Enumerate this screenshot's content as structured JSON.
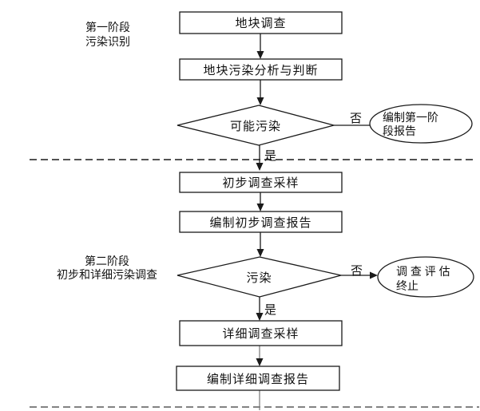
{
  "diagram": {
    "phase1": {
      "line1": "第一阶段",
      "line2": "污染识别"
    },
    "phase2": {
      "line1": "第二阶段",
      "line2": "初步和详细污染调查"
    },
    "nodes": {
      "site_survey": "地块调查",
      "pollution_analysis": "地块污染分析与判断",
      "possible_pollution": "可能污染",
      "phase1_report_line1": "编制第一阶",
      "phase1_report_line2": "段报告",
      "preliminary_sampling": "初步调查采样",
      "preliminary_report": "编制初步调查报告",
      "pollution": "污染",
      "survey_end_line1": "调 查 评 估",
      "survey_end_line2": "终止",
      "detailed_sampling": "详细调查采样",
      "detailed_report": "编制详细调查报告"
    },
    "edge_labels": {
      "no1": "否",
      "yes1": "是",
      "no2": "否",
      "yes2": "是"
    },
    "colors": {
      "line": "#1a1a1a",
      "secondary_line": "#808080",
      "background": "#ffffff",
      "text": "#111111"
    }
  }
}
